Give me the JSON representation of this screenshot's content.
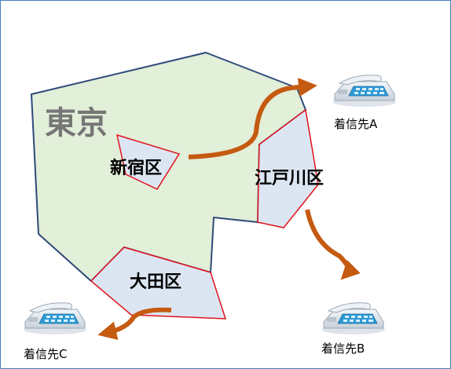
{
  "title": "東京",
  "colors": {
    "tokyo_fill": "#e2efd9",
    "tokyo_stroke": "#2f4a7a",
    "ward_fill": "#dce6f2",
    "ward_stroke": "#e0141e",
    "arrow": "#c55a11",
    "frame": "#4a7ebb",
    "title_text": "#767676"
  },
  "wards": [
    {
      "id": "shinjuku",
      "label": "新宿区"
    },
    {
      "id": "edogawa",
      "label": "江戸川区"
    },
    {
      "id": "ota",
      "label": "大田区"
    }
  ],
  "destinations": [
    {
      "id": "A",
      "label": "着信先A",
      "icon": "telephone-icon"
    },
    {
      "id": "B",
      "label": "着信先B",
      "icon": "telephone-icon"
    },
    {
      "id": "C",
      "label": "着信先C",
      "icon": "telephone-icon"
    }
  ]
}
